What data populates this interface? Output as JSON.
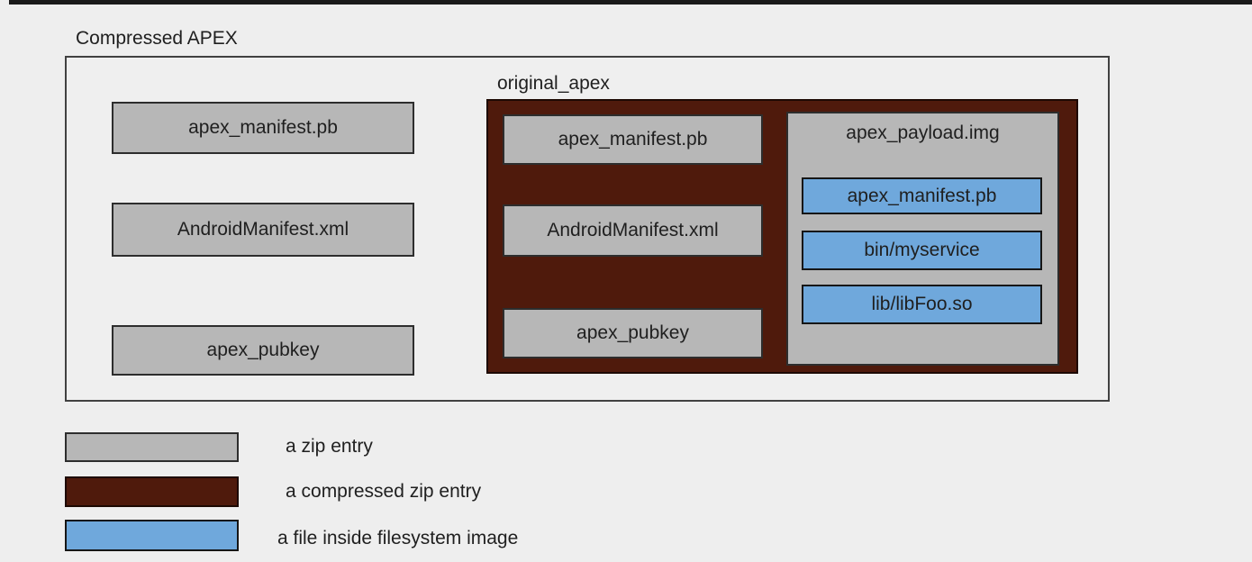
{
  "diagram": {
    "title": "Compressed APEX",
    "left_entries": [
      "apex_manifest.pb",
      "AndroidManifest.xml",
      "apex_pubkey"
    ],
    "original": {
      "label": "original_apex",
      "entries": [
        "apex_manifest.pb",
        "AndroidManifest.xml",
        "apex_pubkey"
      ],
      "payload": {
        "title": "apex_payload.img",
        "files": [
          "apex_manifest.pb",
          "bin/myservice",
          "lib/libFoo.so"
        ]
      }
    }
  },
  "legend": {
    "items": [
      {
        "kind": "zip-entry-swatch",
        "color": "#b7b7b7",
        "label": "a zip entry"
      },
      {
        "kind": "compressed-zip-entry-swatch",
        "color": "#4f1a0c",
        "label": "a compressed zip entry"
      },
      {
        "kind": "filesystem-file-swatch",
        "color": "#6fa8dc",
        "label": "a file inside filesystem image"
      }
    ]
  },
  "colors": {
    "background": "#eeeeee",
    "zip_entry_fill": "#b7b7b7",
    "compressed_zip_fill": "#4f1a0c",
    "filesystem_file_fill": "#6fa8dc",
    "box_border": "#2d2d2d",
    "top_edge": "#1a1a1a"
  }
}
